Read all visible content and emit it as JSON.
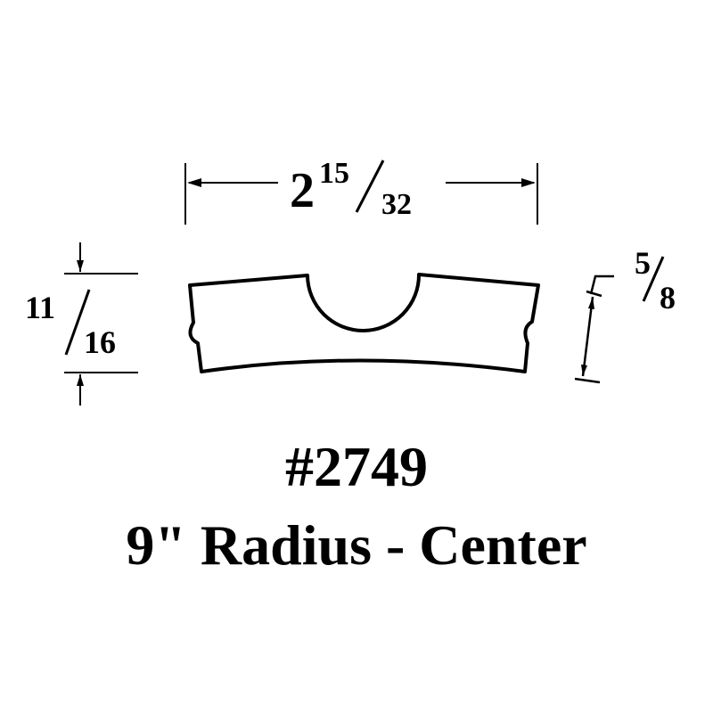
{
  "width_dim": {
    "whole": "2",
    "num": "15",
    "den": "32"
  },
  "height_dim": {
    "num": "11",
    "den": "16"
  },
  "thickness_dim": {
    "num": "5",
    "den": "8"
  },
  "part_number": "#2749",
  "description": "9\" Radius - Center",
  "colors": {
    "ink": "#000000",
    "background": "#ffffff"
  }
}
